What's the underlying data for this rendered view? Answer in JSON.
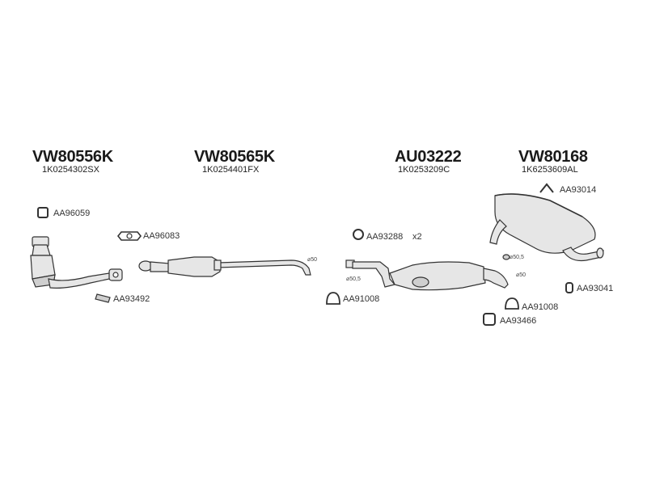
{
  "assemblies": [
    {
      "code": "VW80556K",
      "oem": "1K0254302SX"
    },
    {
      "code": "VW80565K",
      "oem": "1K0254401FX"
    },
    {
      "code": "AU03222",
      "oem": "1K0253209C"
    },
    {
      "code": "VW80168",
      "oem": "1K6253609AL"
    }
  ],
  "parts": {
    "aa96059": "AA96059",
    "aa96083": "AA96083",
    "aa93492": "AA93492",
    "aa93288": "AA93288",
    "aa93288_qty": "x2",
    "aa91008_left": "AA91008",
    "aa93014": "AA93014",
    "aa93041": "AA93041",
    "aa91008_right": "AA91008",
    "aa93466": "AA93466"
  },
  "dimensions": {
    "d50_front": "⌀50",
    "d50_5_mid": "⌀50,5",
    "d50_mid": "⌀50",
    "d50_5_rear": "⌀50,5"
  },
  "colors": {
    "line": "#333333",
    "fill": "#e6e6e6",
    "shade": "#bdbdbd"
  }
}
